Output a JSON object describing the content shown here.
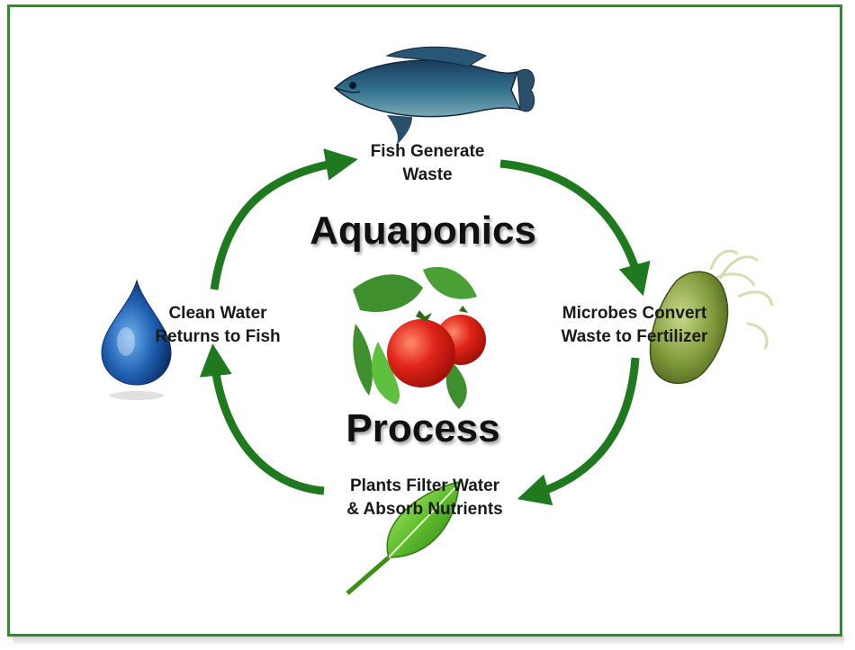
{
  "diagram": {
    "title_top": "Aquaponics",
    "title_bottom": "Process",
    "steps": [
      {
        "line1": "Fish Generate",
        "line2": "Waste"
      },
      {
        "line1": "Microbes Convert",
        "line2": "Waste to Fertilizer"
      },
      {
        "line1": "Plants Filter Water",
        "line2": "& Absorb Nutrients"
      },
      {
        "line1": "Clean Water",
        "line2": "Returns to Fish"
      }
    ],
    "icons": [
      "fish-icon",
      "microbe-icon",
      "leaf-icon",
      "water-drop-icon",
      "tomato-icon"
    ],
    "colors": {
      "arrow": "#1f7a1f",
      "border": "#2e8b2e",
      "text": "#1a1a1a"
    }
  }
}
